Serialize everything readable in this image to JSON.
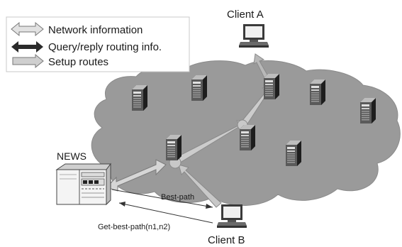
{
  "legend": {
    "items": [
      {
        "label": "Network information"
      },
      {
        "label": "Query/reply routing info."
      },
      {
        "label": "Setup routes"
      }
    ]
  },
  "nodes": {
    "client_a": "Client A",
    "client_b": "Client B",
    "news": "NEWS"
  },
  "messages": {
    "best_path": "Best-path",
    "get_best_path": "Get-best-path(n1,n2)"
  },
  "colors": {
    "cloud": "#9a9a9a",
    "network_info_arrow": "#cfcfcf",
    "query_reply_arrow": "#2b2b2b",
    "route_arrow": "#c4c4c4",
    "node_circle": "#c8c8c8"
  }
}
